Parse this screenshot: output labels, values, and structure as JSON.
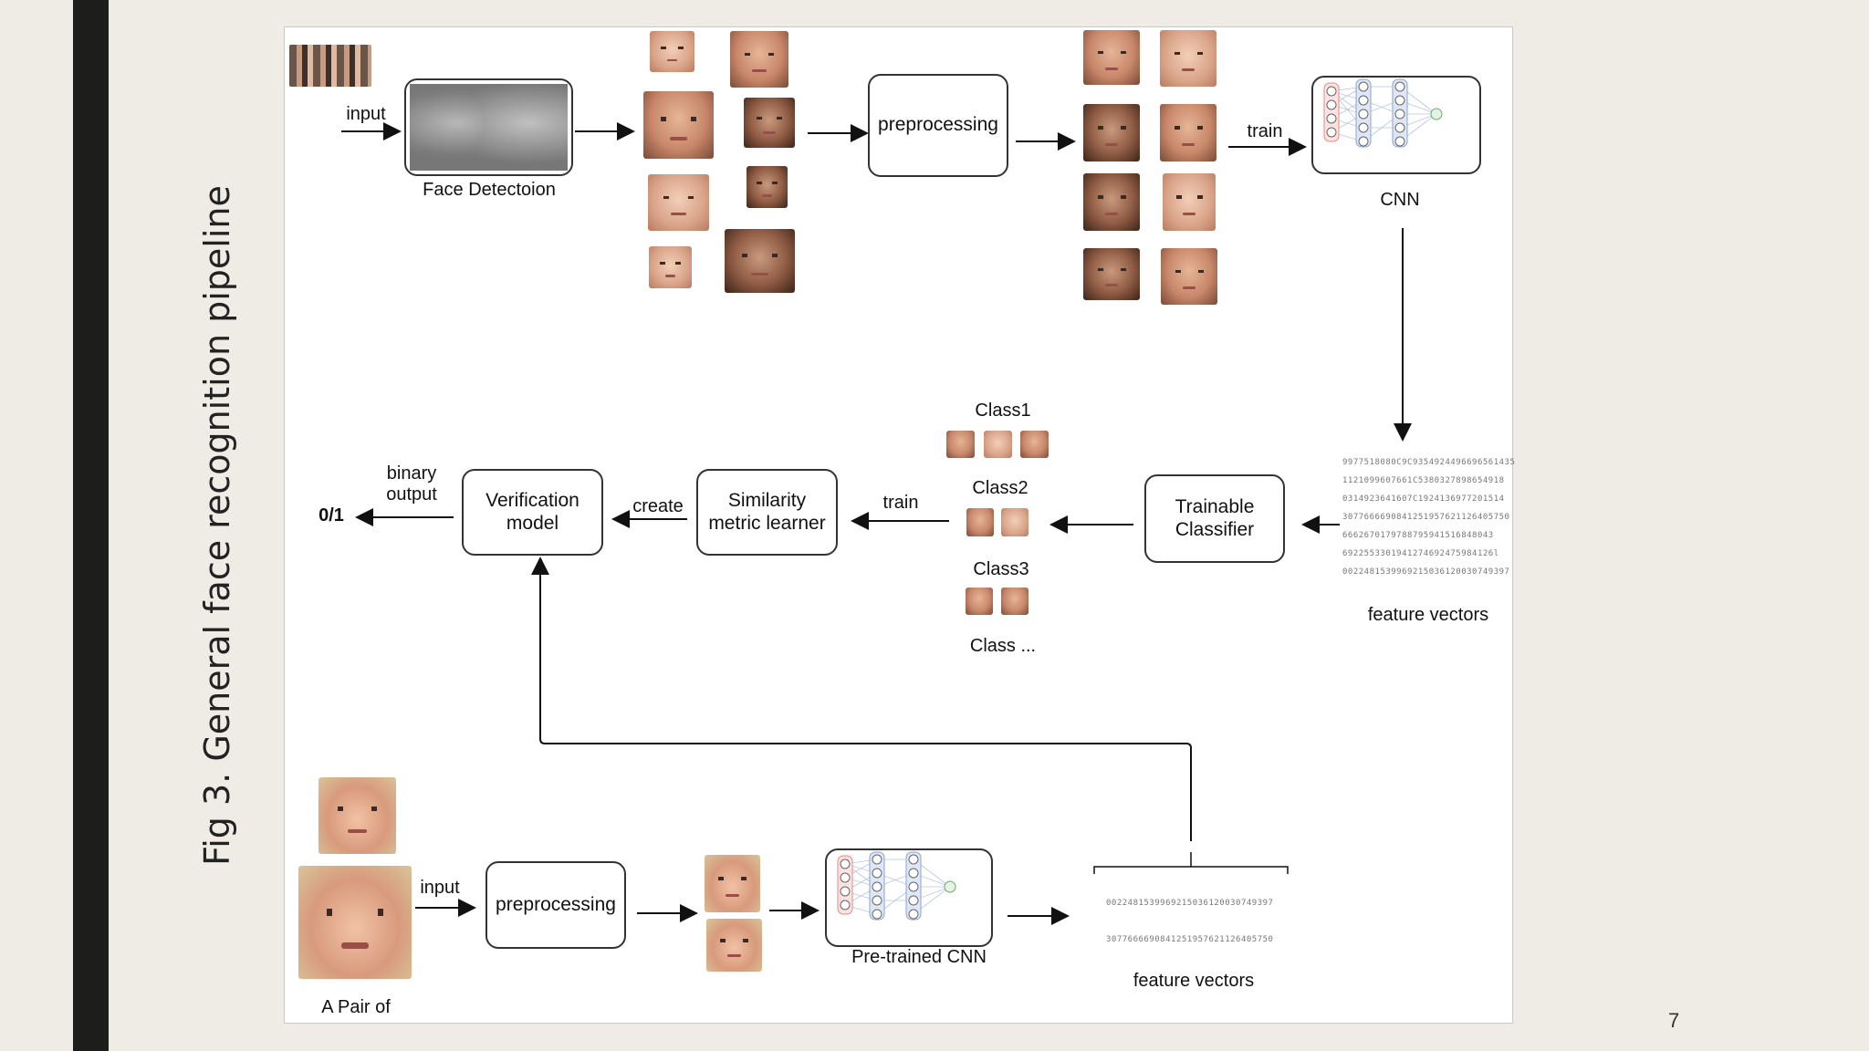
{
  "slide": {
    "side_title": "Fig 3. General face recognition pipeline",
    "page_number": "7"
  },
  "diagram": {
    "top_row": {
      "input_label": "input",
      "face_detection_label": "Face Detectoion",
      "preprocessing_label": "preprocessing",
      "train_label": "train",
      "cnn_label": "CNN"
    },
    "middle_row": {
      "binary_output_label": "binary\noutput",
      "result_label": "0/1",
      "verification_model_label": "Verification\nmodel",
      "create_label": "create",
      "similarity_metric_label": "Similarity\nmetric learner",
      "train_label": "train",
      "classes": [
        "Class1",
        "Class2",
        "Class3",
        "Class ..."
      ],
      "trainable_classifier_label": "Trainable\nClassifier",
      "feature_vectors_label": "feature vectors",
      "feature_vector_lines": [
        "9977518080C9C9354924496696561435",
        "1121099607661C5380327898654918",
        "0314923641607C1924136977201514",
        "3077666690841251957621126405750",
        "6662670179788795941516848043",
        "6922553301941274692475984126l",
        "0022481539969215036120030749397"
      ]
    },
    "bottom_row": {
      "pair_caption": "A Pair of",
      "input_label": "input",
      "preprocessing_label": "preprocessing",
      "pretrained_cnn_label": "Pre-trained CNN",
      "feature_vectors_label": "feature vectors",
      "feature_vector_lines": [
        "0022481539969215036120030749397",
        "3077666690841251957621126405750"
      ]
    }
  }
}
